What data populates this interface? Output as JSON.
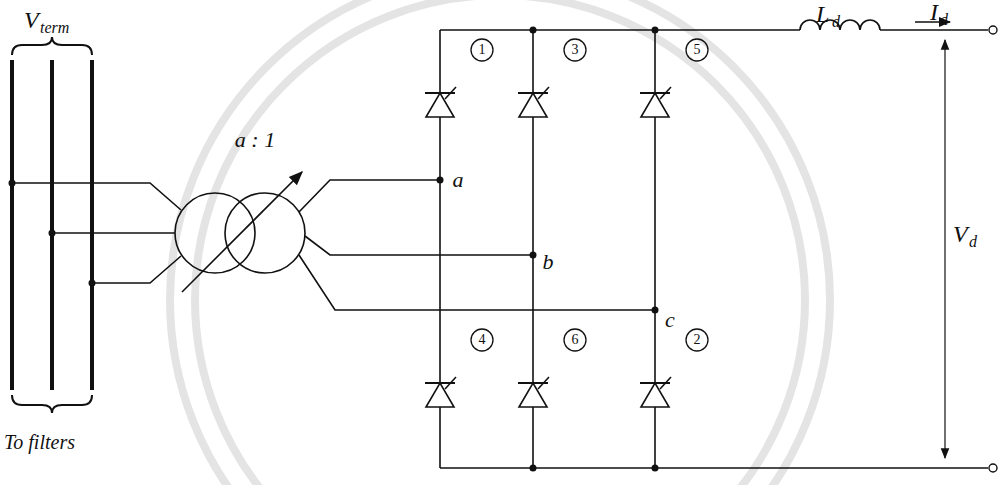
{
  "diagram": {
    "labels": [
      "V",
      "term",
      "a : 1",
      "1",
      "3",
      "5",
      "a",
      "b",
      "c",
      "4",
      "6",
      "2",
      "L",
      "d",
      "I",
      "d",
      "V",
      "d",
      "To filters"
    ]
  }
}
